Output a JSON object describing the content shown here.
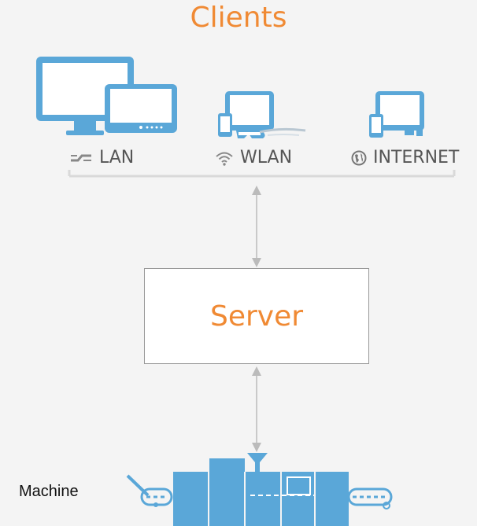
{
  "clients": {
    "title": "Clients",
    "networks": [
      {
        "label": "LAN",
        "icon": "lan-plug-icon"
      },
      {
        "label": "WLAN",
        "icon": "wifi-icon"
      },
      {
        "label": "INTERNET",
        "icon": "globe-icon"
      }
    ]
  },
  "server": {
    "label": "Server"
  },
  "machine": {
    "label": "Machine"
  },
  "colors": {
    "accent": "#f08a34",
    "device_blue": "#5aa7d8",
    "connector": "#bbbbbb",
    "text": "#555555"
  }
}
